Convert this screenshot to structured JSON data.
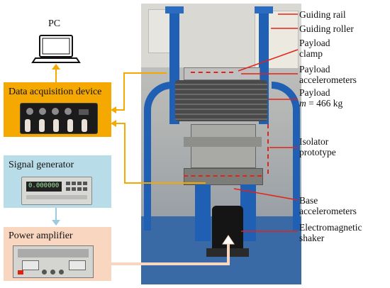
{
  "pc": {
    "label": "PC"
  },
  "daq": {
    "title": "Data acquisition device",
    "bg": "#f5a800"
  },
  "signal_generator": {
    "title": "Signal generator",
    "bg": "#b8dde8",
    "display_text": "0.000000"
  },
  "power_amplifier": {
    "title": "Power amplifier",
    "bg": "#f9d6c0"
  },
  "annotations": {
    "guiding_rail": "Guiding rail",
    "guiding_roller": "Guiding roller",
    "payload_clamp_1": "Payload",
    "payload_clamp_2": "clamp",
    "payload_acc_1": "Payload",
    "payload_acc_2": "accelerometers",
    "payload_1": "Payload",
    "payload_2_prefix": "m",
    "payload_2_value": " = 466 kg",
    "isolator_1": "Isolator",
    "isolator_2": "prototype",
    "base_acc_1": "Base",
    "base_acc_2": "accelerometers",
    "shaker_1": "Electromagnetic",
    "shaker_2": "shaker"
  },
  "colors": {
    "leader_line": "#e32219",
    "signal_arrow": "#f5c28a",
    "pc_arrow": "#f5a800",
    "frame_blue": "#1f5fb4"
  }
}
